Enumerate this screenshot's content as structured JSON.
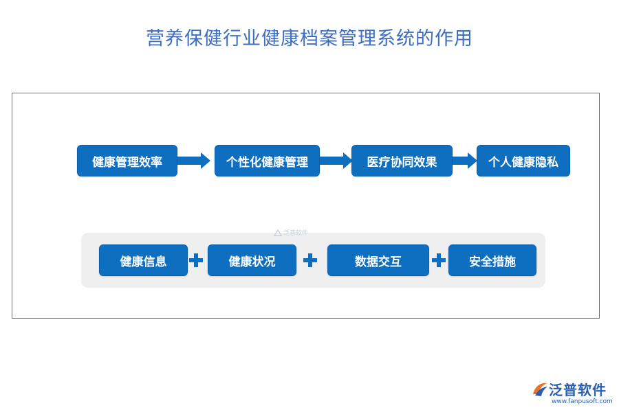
{
  "title": "营养保健行业健康档案管理系统的作用",
  "flow_steps": [
    "健康管理效率",
    "个性化健康管理",
    "医疗协同效果",
    "个人健康隐私"
  ],
  "components": [
    "健康信息",
    "健康状况",
    "数据交互",
    "安全措施"
  ],
  "watermark_center": "泛普软件",
  "logo": {
    "brand": "泛普软件",
    "url": "www.fanpusoft.com"
  },
  "colors": {
    "box": "#0e6fc0",
    "title": "#3b6dc4",
    "frame": "#2f8a9c",
    "panel": "#efefef"
  },
  "icons": {
    "connector": "arrow-right-icon",
    "joiner": "plus-icon"
  }
}
